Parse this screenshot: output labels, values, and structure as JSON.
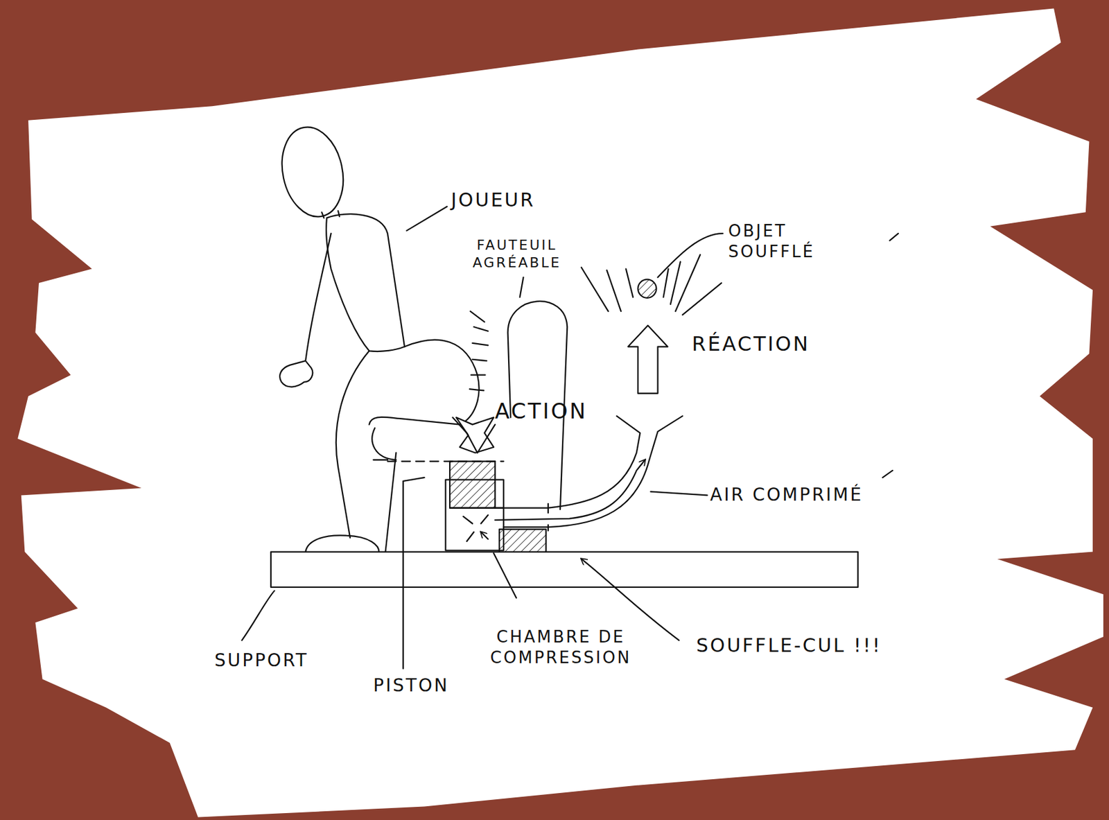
{
  "diagram": {
    "labels": [
      "JOUEUR",
      "FAUTEUIL AGRÉABLE",
      "OBJET SOUFFLÉ",
      "RÉACTION",
      "ACTION",
      "AIR COMPRIMÉ",
      "SUPPORT",
      "PISTON",
      "CHAMBRE DE COMPRESSION",
      "SOUFFLE-CUL !!!"
    ]
  }
}
